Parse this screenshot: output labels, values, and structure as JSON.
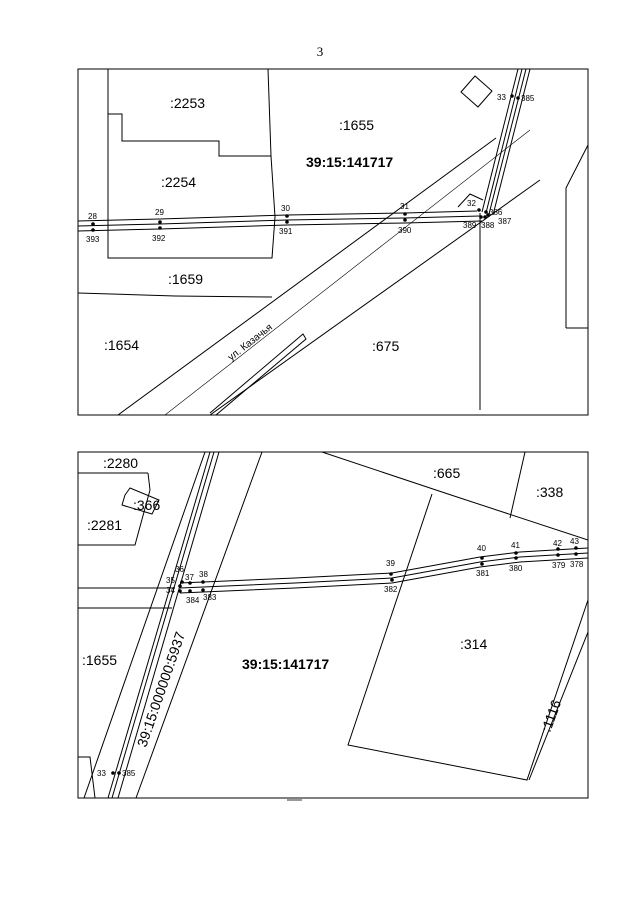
{
  "page": {
    "number": "3"
  },
  "map_top": {
    "quarter_label": "39:15:141717",
    "parcels": [
      ":2253",
      ":1655",
      ":2254",
      ":1659",
      ":1654",
      ":675"
    ],
    "street_label": "ул. Казачья",
    "points_upper": [
      "28",
      "29",
      "30",
      "31",
      "32",
      "33"
    ],
    "points_lower": [
      "393",
      "392",
      "391",
      "390",
      "389",
      "388",
      "387",
      "386",
      "385"
    ]
  },
  "map_bottom": {
    "quarter_label": "39:15:141717",
    "road_label": "39:15:000000:5937",
    "parcels": [
      ":2280",
      ":366",
      ":2281",
      ":665",
      ":338",
      ":314",
      ":1655",
      ":1116"
    ],
    "points_upper": [
      "35",
      "36",
      "37",
      "38",
      "39",
      "40",
      "41",
      "42",
      "43",
      "33"
    ],
    "points_lower": [
      "34",
      "384",
      "383",
      "382",
      "381",
      "380",
      "379",
      "378",
      "385"
    ]
  }
}
